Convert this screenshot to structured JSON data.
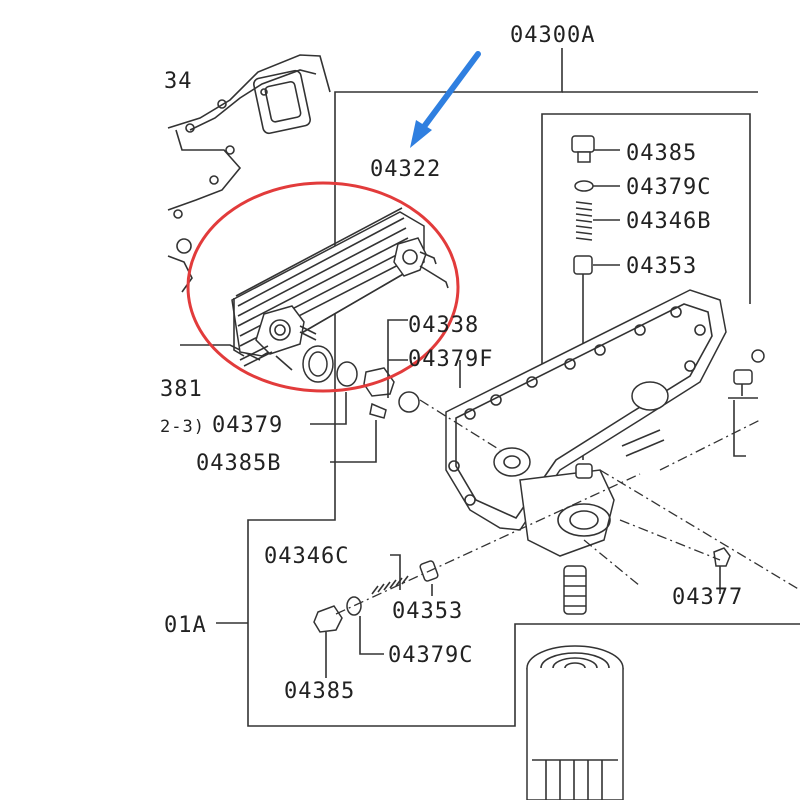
{
  "colors": {
    "line": "#333333",
    "highlight_circle": "#e23b3b",
    "arrow": "#2f7fe0",
    "background": "#ffffff"
  },
  "labels": {
    "assembly": "04300A",
    "cooler": "04322",
    "p04385_top": "04385",
    "p04379C_top": "04379C",
    "p04346B": "04346B",
    "p04353_top": "04353",
    "p04338": "04338",
    "p04379F": "04379F",
    "p04379": "04379",
    "p04379_prefix": "2-3)",
    "p04385B": "04385B",
    "p381": "381",
    "p34": "34",
    "p04346C": "04346C",
    "p04353_bottom": "04353",
    "p04379C_bottom": "04379C",
    "p04385_bottom": "04385",
    "p01A": "01A",
    "p04377": "04377"
  }
}
